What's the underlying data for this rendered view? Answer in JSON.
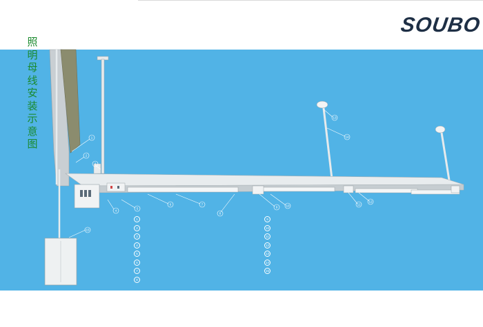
{
  "brand": {
    "logo_text": "SOUBO"
  },
  "title_vertical": "照明母线安装示意图",
  "colors": {
    "panel": "#51b3e6",
    "title": "#1a8a2e",
    "logo": "#1e2f45"
  },
  "legend_left": [
    {
      "num": "1",
      "cn": "",
      "en": ""
    },
    {
      "num": "2",
      "cn": "",
      "en": ""
    },
    {
      "num": "3",
      "cn": "",
      "en": ""
    },
    {
      "num": "4",
      "cn": "",
      "en": ""
    },
    {
      "num": "5",
      "cn": "",
      "en": ""
    },
    {
      "num": "6",
      "cn": "",
      "en": ""
    },
    {
      "num": "7",
      "cn": "",
      "en": ""
    },
    {
      "num": "8",
      "cn": "",
      "en": ""
    }
  ],
  "legend_right": [
    {
      "num": "9",
      "cn": "",
      "en": ""
    },
    {
      "num": "10",
      "cn": "",
      "en": ""
    },
    {
      "num": "11",
      "cn": "",
      "en": ""
    },
    {
      "num": "12",
      "cn": "",
      "en": ""
    },
    {
      "num": "13",
      "cn": "",
      "en": ""
    },
    {
      "num": "14",
      "cn": "",
      "en": ""
    },
    {
      "num": "15",
      "cn": "",
      "en": ""
    }
  ],
  "callouts": {
    "c1": "1",
    "c2": "2",
    "c3": "3",
    "c4": "4",
    "c5": "5",
    "c6": "6",
    "c7": "7",
    "c8": "8",
    "c9": "9",
    "c10": "10",
    "c11": "11",
    "c12": "12",
    "c13": "13",
    "c14": "14",
    "c15": "15"
  }
}
